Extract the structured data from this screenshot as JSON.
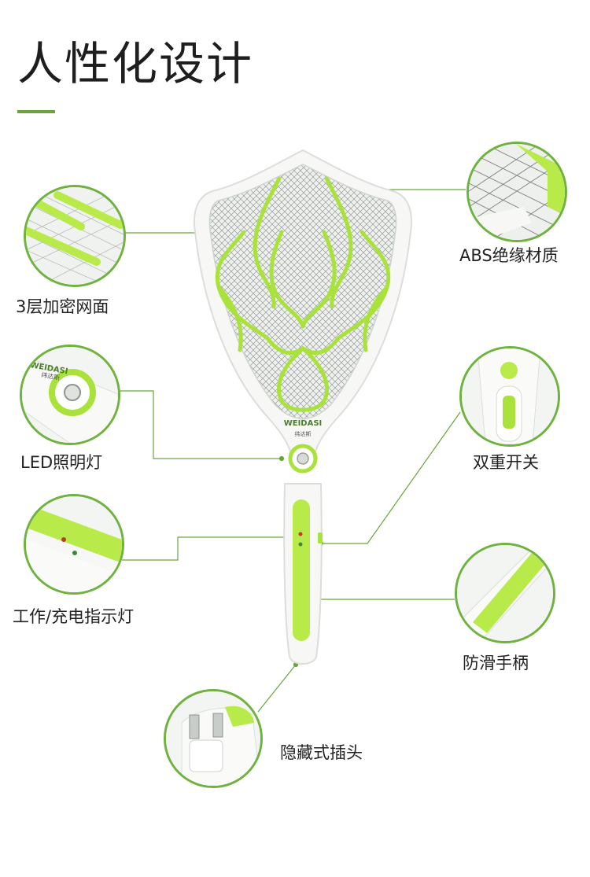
{
  "page_title": "人性化设计",
  "features": [
    {
      "id": "mesh",
      "label": "3层加密网面"
    },
    {
      "id": "abs",
      "label": "ABS绝缘材质"
    },
    {
      "id": "led",
      "label": "LED照明灯"
    },
    {
      "id": "switch",
      "label": "双重开关"
    },
    {
      "id": "indicator",
      "label": "工作/充电指示灯"
    },
    {
      "id": "grip",
      "label": "防滑手柄"
    },
    {
      "id": "plug",
      "label": "隐藏式插头"
    }
  ],
  "product": {
    "brand_logo": "WEIDASI",
    "brand_cn": "纬达斯"
  },
  "colors": {
    "accent_green": "#6aa53c",
    "mesh_green": "#a8e23a",
    "racket_white": "#f7f8f6"
  }
}
